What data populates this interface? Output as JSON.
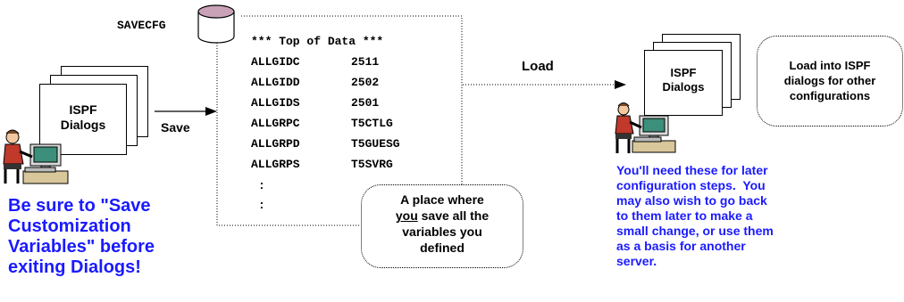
{
  "savecfg": {
    "label": "SAVECFG"
  },
  "left_dialogs": {
    "label_line1": "ISPF",
    "label_line2": "Dialogs"
  },
  "save_arrow": {
    "label": "Save"
  },
  "left_note": {
    "lines": [
      "Be sure to \"Save",
      "Customization",
      "Variables\" before",
      "exiting Dialogs!"
    ],
    "color": "#1a1aff"
  },
  "data_listing": {
    "header": "*** Top of Data ***",
    "rows": [
      {
        "name": "ALLGIDC",
        "value": "2511"
      },
      {
        "name": "ALLGIDD",
        "value": "2502"
      },
      {
        "name": "ALLGIDS",
        "value": "2501"
      },
      {
        "name": "ALLGRPC",
        "value": "T5CTLG"
      },
      {
        "name": "ALLGRPD",
        "value": "T5GUESG"
      },
      {
        "name": "ALLGRPS",
        "value": "T5SVRG"
      }
    ],
    "ellipsis1": ":",
    "ellipsis2": ":"
  },
  "callout": {
    "line1": "A place where",
    "line2_underlined": "you",
    "line2_rest": " save all the",
    "line3": "variables you",
    "line4": "defined"
  },
  "load_arrow": {
    "label": "Load"
  },
  "right_dialogs": {
    "label_line1": "ISPF",
    "label_line2": "Dialogs"
  },
  "right_box": {
    "line1": "Load into ISPF",
    "line2": "dialogs for other",
    "line3": "configurations"
  },
  "right_note": {
    "lines": [
      "You'll need these for later",
      "configuration steps.  You",
      "may also wish to go back",
      "to them later to make a",
      "small change, or use them",
      "as a basis for another",
      "server."
    ],
    "color": "#1a1aff"
  },
  "icons": [
    "database-cylinder-icon",
    "person-at-computer-icon",
    "document-stack-icon"
  ]
}
